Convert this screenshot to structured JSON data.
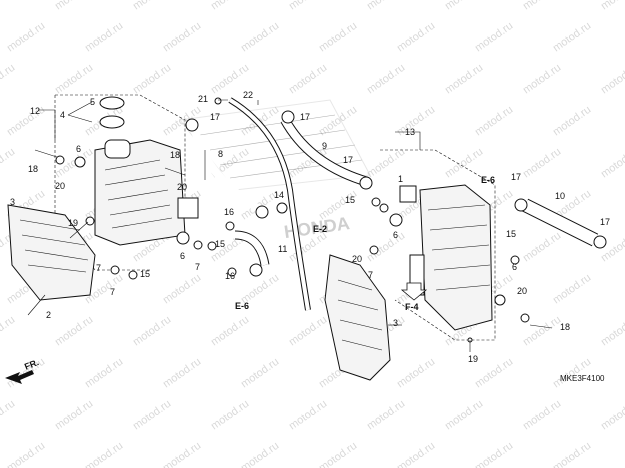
{
  "watermark": "motod.ru",
  "brand_text": "HONDA",
  "diagram_code": "MKE3F4100",
  "front_arrow": "FR.",
  "part_labels": {
    "p1": "1",
    "p2": "2",
    "p3": "3",
    "p3b": "3",
    "p4": "4",
    "p5": "5",
    "p6a": "6",
    "p6b": "6",
    "p6c": "6",
    "p6d": "6",
    "p7a": "7",
    "p7b": "7",
    "p7c": "7",
    "p7d": "7",
    "p8": "8",
    "p9": "9",
    "p10": "10",
    "p11": "11",
    "p12": "12",
    "p13": "13",
    "p14": "14",
    "p15a": "15",
    "p15b": "15",
    "p15c": "15",
    "p15d": "15",
    "p16a": "16",
    "p16b": "16",
    "p17a": "17",
    "p17b": "17",
    "p17c": "17",
    "p17d": "17",
    "p17e": "17",
    "p18a": "18",
    "p18b": "18",
    "p18c": "18",
    "p19a": "19",
    "p19b": "19",
    "p20a": "20",
    "p20b": "20",
    "p20c": "20",
    "p21": "21",
    "p22": "22"
  },
  "refs": {
    "e2": "E-2",
    "e6a": "E-6",
    "e6b": "E-6",
    "f4": "F-4"
  }
}
